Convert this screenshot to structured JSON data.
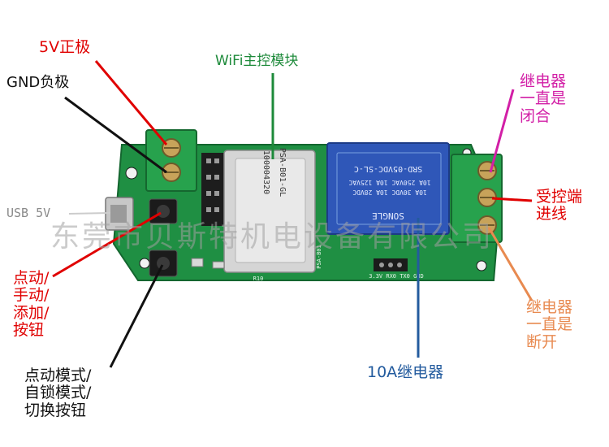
{
  "labels": {
    "v5_positive": "5V正极",
    "gnd_negative": "GND负极",
    "wifi_module": "WiFi主控模块",
    "usb_5v": "USB 5V",
    "relay_always_closed": [
      "继电器",
      "一直是",
      "闭合"
    ],
    "controlled_input": [
      "受控端",
      "进线"
    ],
    "push_button": [
      "点动/",
      "手动/",
      "添加/",
      "按钮"
    ],
    "mode_switch_button": [
      "点动模式/",
      "自锁模式/",
      "切换按钮"
    ],
    "relay_always_open": [
      "继电器",
      "一直是",
      "断开"
    ],
    "relay_10a": "10A继电器"
  },
  "board_text": {
    "module_code1": "PSA-B01-GL",
    "module_code2": "100004320",
    "relay_model": "SRD-05VDC-SL-C",
    "relay_spec1": "10A 250VAC 10A 125VAC",
    "relay_spec2": "10A 30VDC 10A 28VDC",
    "relay_brand": "SONGLE",
    "board_pins": "3.3V RX0 TX0 GND",
    "board_psa": "PSA-B01",
    "board_r10": "R10"
  },
  "watermark": "东莞市贝斯特机电设备有限公司",
  "colors": {
    "pcb": "#1f8f43",
    "pcb_dark": "#17773a",
    "terminal": "#27a24d",
    "relay_body": "#2f57b8",
    "red": "#e00000",
    "black": "#111111",
    "green": "#1d8a3a",
    "magenta": "#d21fa6",
    "orange": "#e88a50",
    "blue": "#235b9e"
  }
}
